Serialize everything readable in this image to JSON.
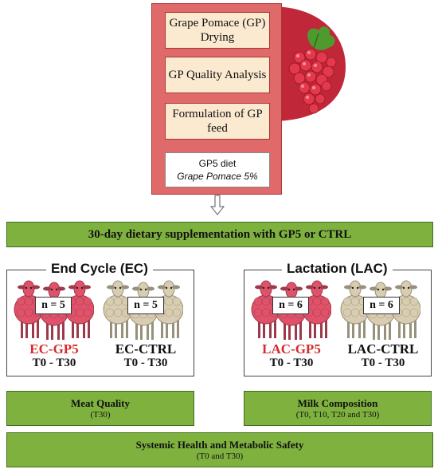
{
  "pipeline": {
    "steps": [
      "Grape Pomace (GP) Drying",
      "GP Quality Analysis",
      "Formulation of GP feed"
    ],
    "diet_title": "GP5 diet",
    "diet_subtitle": "Grape Pomace 5%"
  },
  "supplementation": "30-day dietary supplementation with GP5 or CTRL",
  "panels": [
    {
      "title": "End Cycle (EC)",
      "groups": [
        {
          "n": "n = 5",
          "name": "EC-GP5",
          "time": "T0 - T30",
          "color": "#e0526a"
        },
        {
          "n": "n = 5",
          "name": "EC-CTRL",
          "time": "T0 - T30",
          "color": "#d8cdb0"
        }
      ]
    },
    {
      "title": "Lactation (LAC)",
      "groups": [
        {
          "n": "n = 6",
          "name": "LAC-GP5",
          "time": "T0 - T30",
          "color": "#e0526a"
        },
        {
          "n": "n = 6",
          "name": "LAC-CTRL",
          "time": "T0 - T30",
          "color": "#d8cdb0"
        }
      ]
    }
  ],
  "outcomes": [
    {
      "title": "Meat Quality",
      "note": "(T30)"
    },
    {
      "title": "Milk Composition",
      "note": "(T0, T10, T20 and T30)"
    }
  ],
  "final": {
    "title": "Systemic Health and Metabolic Safety",
    "note": "(T0 and T30)"
  },
  "colors": {
    "pipeline": "#e06a6a",
    "step_fill": "#fbe9d0",
    "green": "#7fb13f",
    "red_text": "#d42a2a",
    "grape": "#b8202e"
  }
}
